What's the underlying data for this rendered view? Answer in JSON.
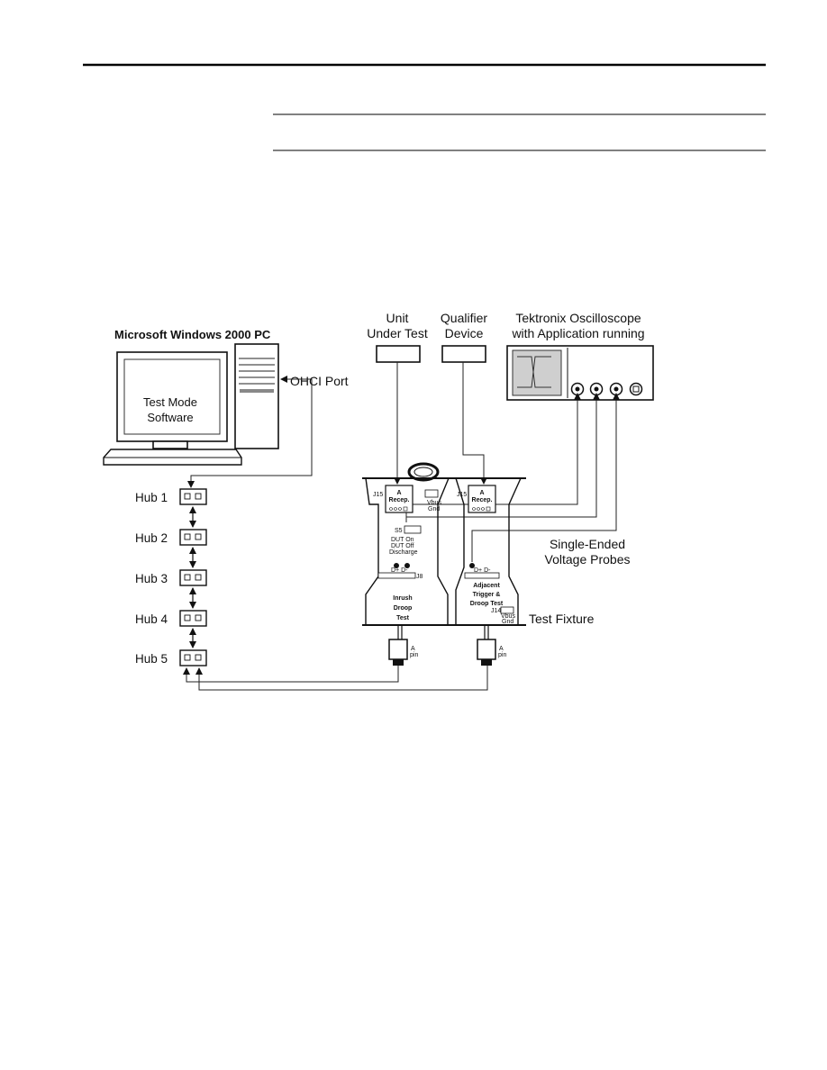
{
  "pc": {
    "title": "Microsoft Windows 2000 PC",
    "screen_line1": "Test Mode",
    "screen_line2": "Software",
    "port": "OHCI Port"
  },
  "hubs": [
    "Hub 1",
    "Hub 2",
    "Hub 3",
    "Hub 4",
    "Hub 5"
  ],
  "uut": {
    "line1": "Unit",
    "line2": "Under Test"
  },
  "qualifier": {
    "line1": "Qualifier",
    "line2": "Device"
  },
  "scope": {
    "line1": "Tektronix Oscilloscope",
    "line2": "with Application running"
  },
  "probes": {
    "line1": "Single-Ended",
    "line2": "Voltage Probes"
  },
  "fixture": {
    "label": "Test Fixture",
    "left_recep_1": "A",
    "left_recep_2": "Recep.",
    "right_recep_1": "A",
    "right_recep_2": "Recep.",
    "j15": "J15",
    "vbus": "Vbus",
    "gnd": "Gnd",
    "s5": "S5",
    "dut_on": "DUT On",
    "dut_off": "DUT Off",
    "discharge": "Discharge",
    "dplus_dminus": "D+  D-",
    "j8": "J8",
    "left_test_1": "Inrush",
    "left_test_2": "Droop",
    "left_test_3": "Test",
    "right_test_1": "Adjacent",
    "right_test_2": "Trigger &",
    "right_test_3": "Droop Test",
    "j14": "J14"
  },
  "plugs": {
    "left_1": "A",
    "left_2": "pin",
    "right_1": "A",
    "right_2": "pin"
  }
}
